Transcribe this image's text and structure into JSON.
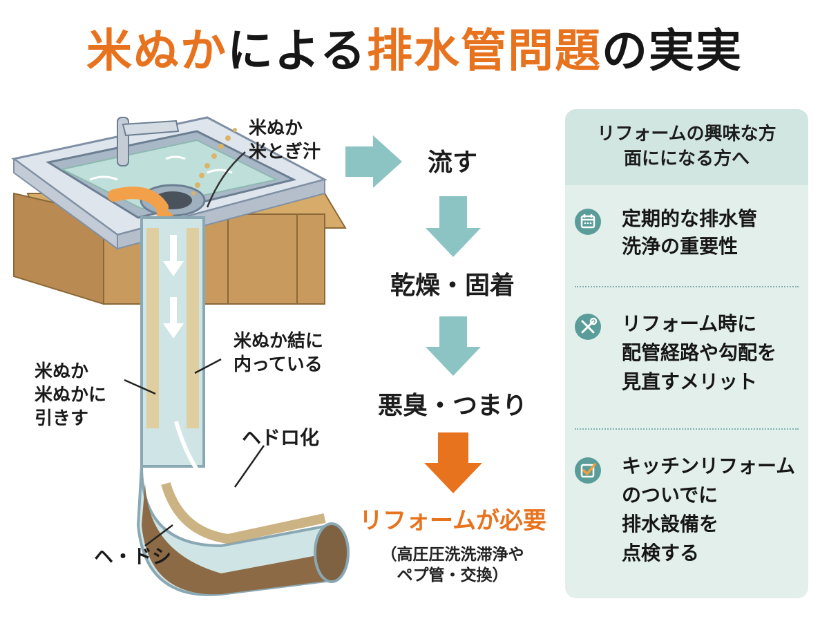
{
  "title": {
    "part1": "米ぬか",
    "part2": "による",
    "part3": "排水管問題",
    "part4": "の実実"
  },
  "illustration_labels": {
    "rice_bran": [
      "米ぬか",
      "米とぎ汁"
    ],
    "stuck": [
      "米ぬか結に",
      "内っている"
    ],
    "pulled": [
      "米ぬか",
      "米ぬかに",
      "引きす"
    ],
    "sludge": "ヘドロ化",
    "hedoshi": "ヘ・ドシ"
  },
  "flow": {
    "steps": [
      "流す",
      "乾燥・固着",
      "悪臭・つまり"
    ],
    "result": "リフォームが必要",
    "result_sub": [
      "（高圧圧洗洗滞浄や",
      "ペプ管・交換）"
    ]
  },
  "panel": {
    "header": [
      "リフォームの興味な方",
      "面にになる方へ"
    ],
    "items": [
      {
        "icon": "calendar-icon",
        "lines": [
          "定期的な排水管",
          "洗浄の重要性"
        ]
      },
      {
        "icon": "tools-icon",
        "lines": [
          "リフォーム時に",
          "配管経路や勾配を",
          "見直すメリット"
        ]
      },
      {
        "icon": "checkbox-icon",
        "lines": [
          "キッチンリフォーム",
          "のついでに",
          "排水設備を",
          "点検する"
        ]
      }
    ]
  },
  "colors": {
    "accent": "#e8731f",
    "teal_arrow": "#8cc4c4",
    "panel_bg": "#e3efeb",
    "icon_bg": "#5a9c9a"
  }
}
